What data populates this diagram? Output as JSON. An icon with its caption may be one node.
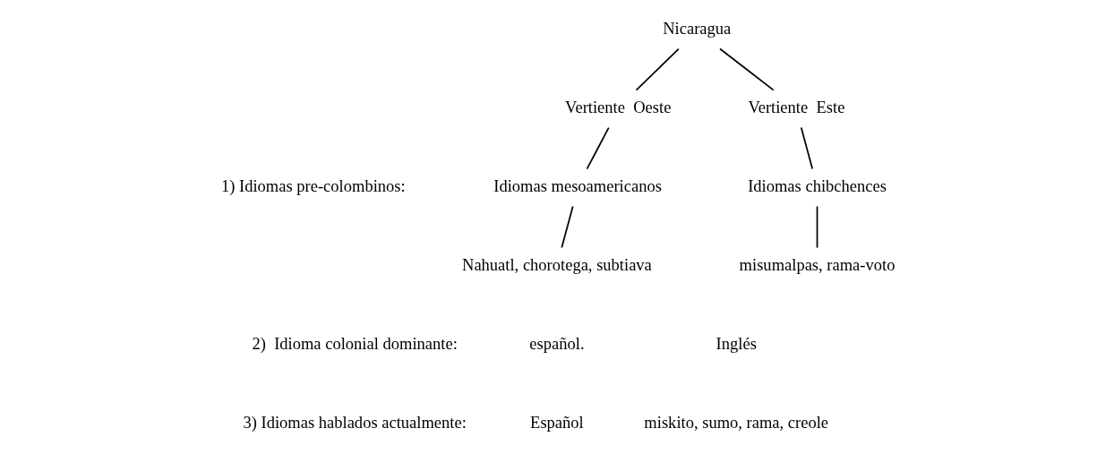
{
  "diagram": {
    "nodes": [
      {
        "text": [
          "Nicaragua"
        ]
      },
      {
        "text": [
          "Vertiente  Oeste"
        ]
      },
      {
        "text": [
          "Vertiente  Este"
        ]
      },
      {
        "text": [
          "Idiomas mesoamericanos"
        ]
      },
      {
        "text": [
          "Idiomas chibchences"
        ]
      },
      {
        "text": [
          "Nahuatl, chorotega, subtiava"
        ]
      },
      {
        "text": [
          "misumalpas, rama-voto"
        ]
      }
    ],
    "edges": [
      {
        "from": 0,
        "to": 1,
        "arrow": "none"
      },
      {
        "from": 0,
        "to": 2,
        "arrow": "none"
      },
      {
        "from": 1,
        "to": 3,
        "arrow": "none"
      },
      {
        "from": 2,
        "to": 4,
        "arrow": "none"
      },
      {
        "from": 3,
        "to": 5,
        "arrow": "none"
      },
      {
        "from": 4,
        "to": 6,
        "arrow": "none"
      }
    ],
    "labels": [
      "1) Idiomas pre-colombinos:",
      "2)  Idioma colonial dominante:",
      "español.",
      "Inglés",
      "3) Idiomas hablados actualmente:",
      "Español",
      "miskito, sumo, rama, creole"
    ]
  }
}
